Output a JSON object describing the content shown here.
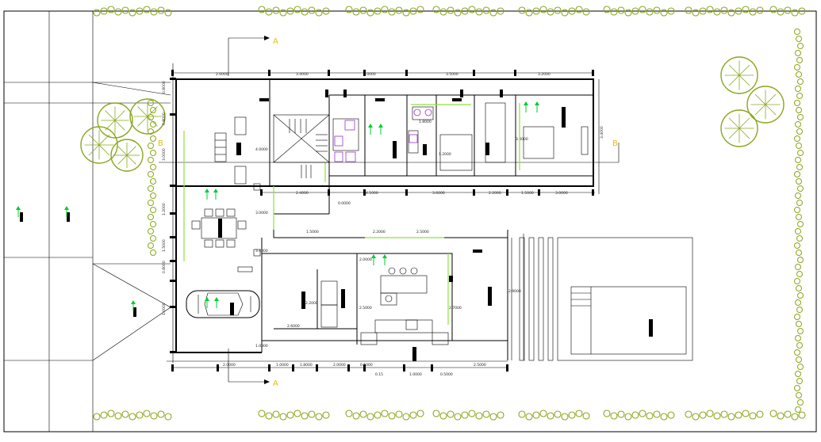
{
  "section_markers": {
    "top": "A",
    "bottom": "A",
    "left": "B",
    "right": "B"
  },
  "dimensions": {
    "top": [
      "2.0000",
      "3.4000",
      "1.0000",
      "3.5000",
      "3.2000"
    ],
    "bottom_upper": [
      "2.4000",
      "4.1000",
      "3.6000",
      "2.2000",
      "1.5000",
      "3.0000"
    ],
    "bottom": [
      "2.0000",
      "1.0000",
      "1.8000",
      "2.0000",
      "0.5000",
      "2.5000"
    ],
    "bottom_small": [
      "0.15",
      "1.0000",
      "0.5000"
    ],
    "left": [
      "0.8000",
      "0.8000",
      "3.0000",
      "1.2000",
      "1.5000",
      "0.8000",
      "1.0000"
    ],
    "right": "3.4000",
    "interior": [
      "4.0000",
      "3.0000",
      "0.0000",
      "1.5000",
      "3.4000",
      "2.2000",
      "2.5000",
      "2.0000",
      "2.2000",
      "2.6000",
      "1.0000",
      "2.5000",
      "2.9000",
      "2.7000",
      "1.8000",
      "1.2000",
      "3.4000"
    ]
  },
  "colors": {
    "landscape": "#8aa61c",
    "annotation": "#00cc33",
    "marker": "#e0c400",
    "accent_line": "#8ee23a",
    "fixture": "#9932cc"
  }
}
